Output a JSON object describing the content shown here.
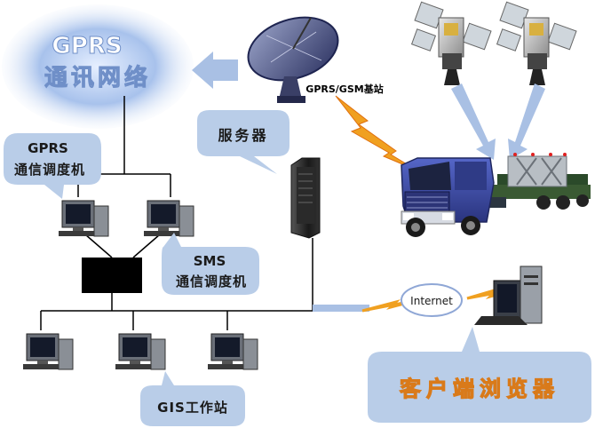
{
  "labels": {
    "gprs_network_line1": "GPRS",
    "gprs_network_line2": "通讯网络",
    "base_station": "GPRS/GSM基站",
    "server": "服务器",
    "gprs_dispatcher_line1": "GPRS",
    "gprs_dispatcher_line2": "通信调度机",
    "sms_dispatcher_line1": "SMS",
    "sms_dispatcher_line2": "通信调度机",
    "internet": "Internet",
    "gis_workstation": "GIS工作站",
    "client_browser": "客户端浏览器"
  },
  "colors": {
    "bubble_fill": "#b9cde8",
    "network_glow": "#9fb9e6",
    "network_text": "#ffffff",
    "bubble_text": "#1a1a1a",
    "arrow": "#a9c0e4",
    "lightning": "#f0a020",
    "truck_cab": "#3a4aa8",
    "bus_line": "#a9c0e4"
  }
}
